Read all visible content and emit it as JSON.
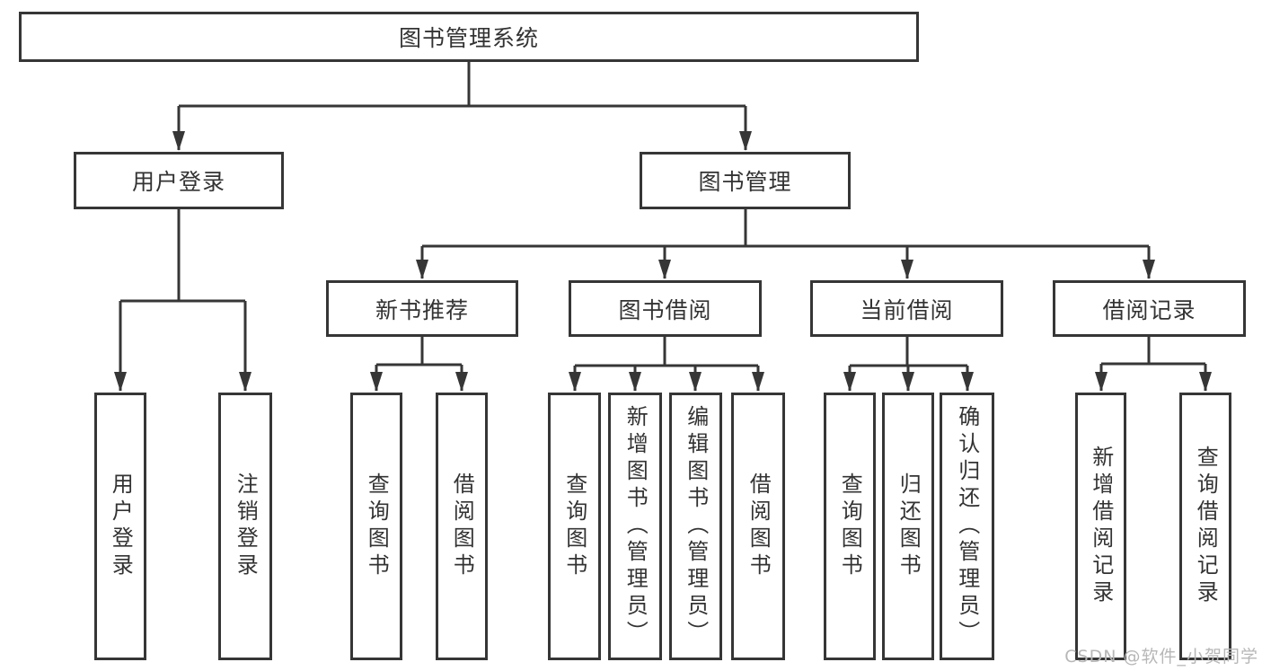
{
  "diagram": {
    "root": {
      "label": "图书管理系统"
    },
    "branches": [
      {
        "label": "用户登录",
        "children": [
          {
            "label": "用户登录"
          },
          {
            "label": "注销登录"
          }
        ]
      },
      {
        "label": "图书管理",
        "children": [
          {
            "label": "新书推荐",
            "children": [
              {
                "label": "查询图书"
              },
              {
                "label": "借阅图书"
              }
            ]
          },
          {
            "label": "图书借阅",
            "children": [
              {
                "label": "查询图书"
              },
              {
                "label": "新增图书（管理员）"
              },
              {
                "label": "编辑图书（管理员）"
              },
              {
                "label": "借阅图书"
              }
            ]
          },
          {
            "label": "当前借阅",
            "children": [
              {
                "label": "查询图书"
              },
              {
                "label": "归还图书"
              },
              {
                "label": "确认归还（管理员）"
              }
            ]
          },
          {
            "label": "借阅记录",
            "children": [
              {
                "label": "新增借阅记录"
              },
              {
                "label": "查询借阅记录"
              }
            ]
          }
        ]
      }
    ]
  },
  "watermark": {
    "text": "CSDN @软件_小贺同学"
  },
  "colors": {
    "line": "#363636",
    "text": "#333333",
    "background": "#ffffff",
    "watermark": "#b7b7b7"
  }
}
